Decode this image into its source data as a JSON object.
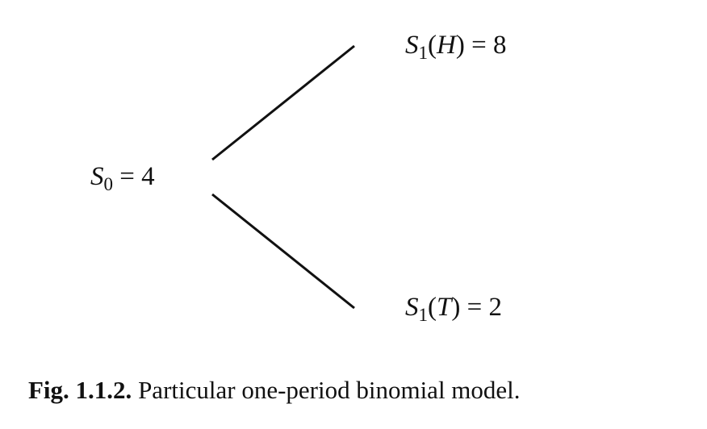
{
  "diagram": {
    "root": {
      "symbol": "S",
      "subscript": "0",
      "value": "4"
    },
    "up": {
      "symbol": "S",
      "subscript": "1",
      "argument": "H",
      "value": "8"
    },
    "down": {
      "symbol": "S",
      "subscript": "1",
      "argument": "T",
      "value": "2"
    }
  },
  "caption": {
    "label": "Fig. 1.1.2.",
    "text": "Particular one-period binomial model."
  }
}
